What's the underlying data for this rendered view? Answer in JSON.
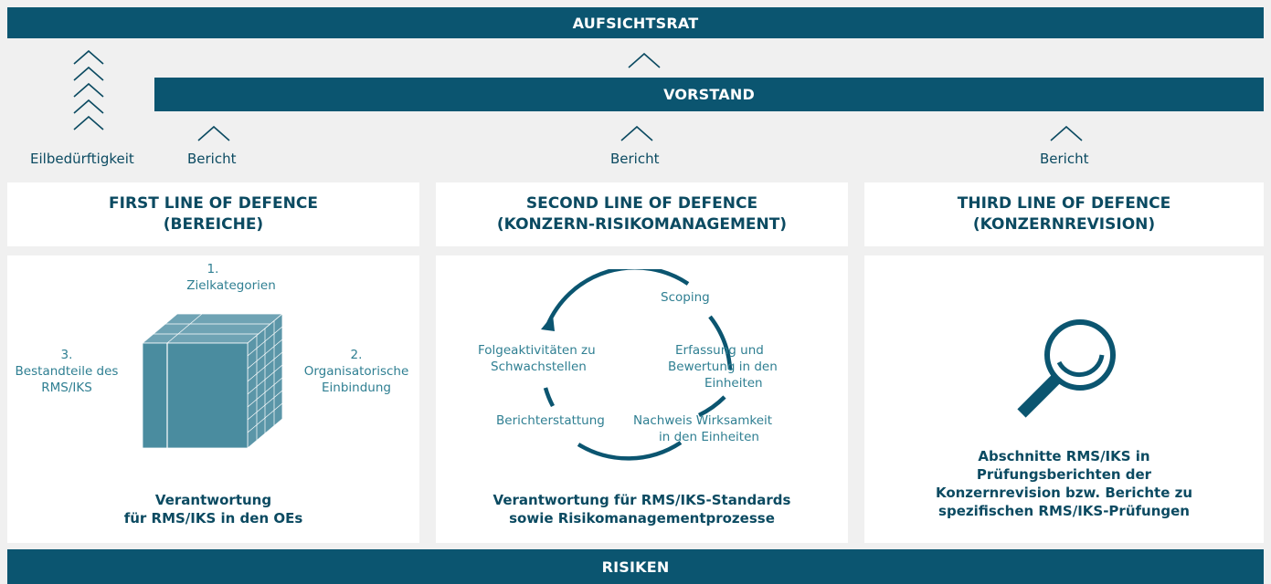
{
  "top_bar": {
    "label": "AUFSICHTSRAT"
  },
  "middle_bar": {
    "label": "VORSTAND"
  },
  "bottom_bar": {
    "label": "RISIKEN"
  },
  "labels": {
    "urgency": "Eilbedürftigkeit",
    "report_1": "Bericht",
    "report_2": "Bericht",
    "report_3": "Bericht"
  },
  "columns": {
    "first": {
      "title_line1": "FIRST LINE OF DEFENCE",
      "title_line2": "(BEREICHE)",
      "cube_labels": {
        "top_num": "1.",
        "top_text": "Zielkategorien",
        "right_num": "2.",
        "right_text1": "Organisatorische",
        "right_text2": "Einbindung",
        "left_num": "3.",
        "left_text1": "Bestandteile des",
        "left_text2": "RMS/IKS"
      },
      "responsibility_line1": "Verantwortung",
      "responsibility_line2": "für RMS/IKS in den OEs"
    },
    "second": {
      "title_line1": "SECOND LINE OF DEFENCE",
      "title_line2": "(KONZERN-RISIKOMANAGEMENT)",
      "cycle": {
        "scoping": "Scoping",
        "assessment1": "Erfassung und",
        "assessment2": "Bewertung in den",
        "assessment3": "Einheiten",
        "evidence1": "Nachweis Wirksamkeit",
        "evidence2": "in den Einheiten",
        "reporting": "Berichterstattung",
        "followup1": "Folgeaktivitäten zu",
        "followup2": "Schwachstellen"
      },
      "responsibility_line1": "Verantwortung für RMS/IKS-Standards",
      "responsibility_line2": "sowie Risikomanagementprozesse"
    },
    "third": {
      "title_line1": "THIRD LINE OF DEFENCE",
      "title_line2": "(KONZERNREVISION)",
      "responsibility_line1": "Abschnitte RMS/IKS in",
      "responsibility_line2": "Prüfungsberichten der",
      "responsibility_line3": "Konzernrevision bzw. Berichte zu",
      "responsibility_line4": "spezifischen RMS/IKS-Prüfungen"
    }
  },
  "colors": {
    "primary": "#0b5570",
    "accent": "#2f7f92",
    "background": "#f0f0f0"
  }
}
